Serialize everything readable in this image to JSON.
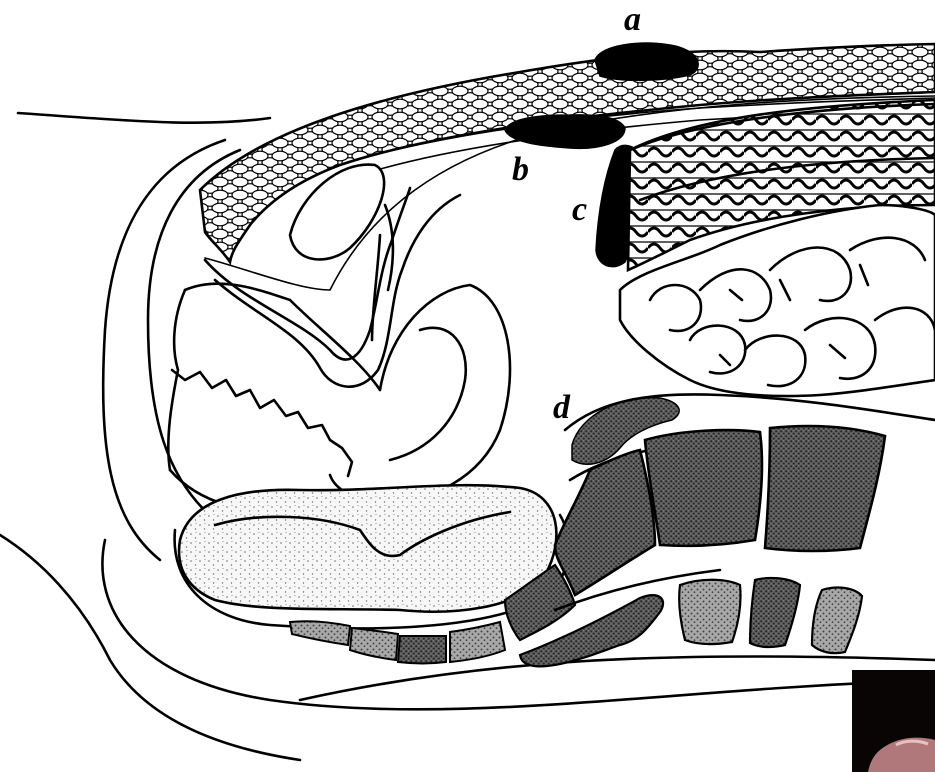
{
  "labels": {
    "a": "a",
    "b": "b",
    "c": "c",
    "d": "d"
  },
  "colors": {
    "ink": "#000000",
    "paper": "#ffffff",
    "stipple": "#6e6e6e",
    "dark_stipple": "#3a3a3a",
    "photo_corner": "#0a0505",
    "photo_skin": "#b0787a"
  }
}
